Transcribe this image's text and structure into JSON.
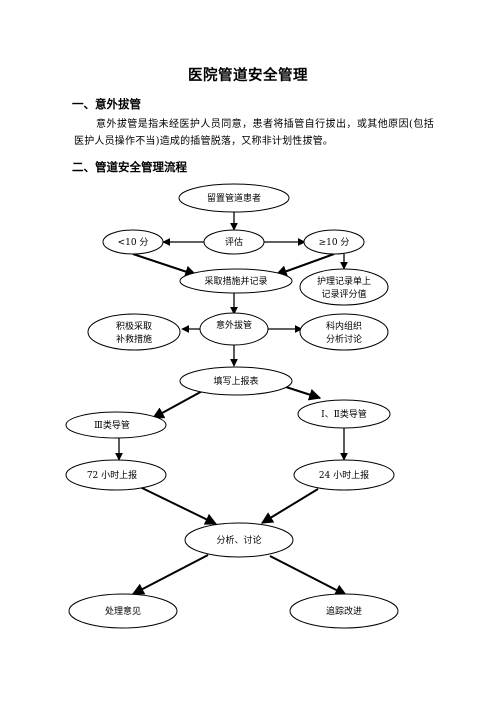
{
  "document": {
    "title": "医院管道安全管理",
    "section1": {
      "heading": "一、意外拔管",
      "paragraph": "意外拔管是指未经医护人员同意，患者将插管自行拔出，或其他原因(包括医护人员操作不当)造成的插管脱落，又称非计划性拔管。"
    },
    "section2": {
      "heading": "二、管道安全管理流程"
    }
  },
  "flow": {
    "nodes": {
      "start": "留置管道患者",
      "low_score": "<10 分",
      "assess": "评估",
      "high_score": "≥10 分",
      "measures": "采取措施并记录",
      "nursing_record_1": "护理记录单上",
      "nursing_record_2": "记录评分值",
      "remedy_1": "积极采取",
      "remedy_2": "补救措施",
      "accident": "意外拔管",
      "dept_1": "科内组织",
      "dept_2": "分析讨论",
      "report_form": "填写上报表",
      "class3": "Ⅲ类导管",
      "class12": "Ⅰ、Ⅱ类导管",
      "report72": "72 小时上报",
      "report24": "24 小时上报",
      "analysis": "分析、讨论",
      "opinion": "处理意见",
      "followup": "追踪改进"
    }
  }
}
